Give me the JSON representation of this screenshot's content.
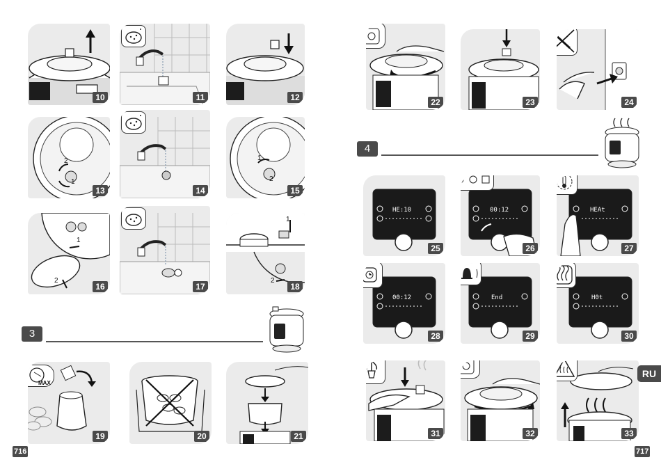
{
  "pages": {
    "left_number": "716",
    "right_number": "717",
    "language_tab": "RU"
  },
  "sections": [
    {
      "number": "3"
    },
    {
      "number": "4"
    }
  ],
  "steps": [
    "10",
    "11",
    "12",
    "13",
    "14",
    "15",
    "16",
    "17",
    "18",
    "19",
    "20",
    "21",
    "22",
    "23",
    "24",
    "25",
    "26",
    "27",
    "28",
    "29",
    "30",
    "31",
    "32",
    "33"
  ],
  "diagram_labels": {
    "step13_rotate_1": "1",
    "step13_rotate_2": "2",
    "step15_rotate_1": "1",
    "step15_rotate_2": "2",
    "step16_move_1": "1",
    "step16_move_2": "2",
    "step18_move_1": "1",
    "step18_move_2": "2",
    "step19_badge": "MAX"
  },
  "displays": {
    "step25": "HE:10",
    "step26": "00:12",
    "step27": "HEAt",
    "step28": "00:12",
    "step29": "End",
    "step30": "H0t"
  }
}
